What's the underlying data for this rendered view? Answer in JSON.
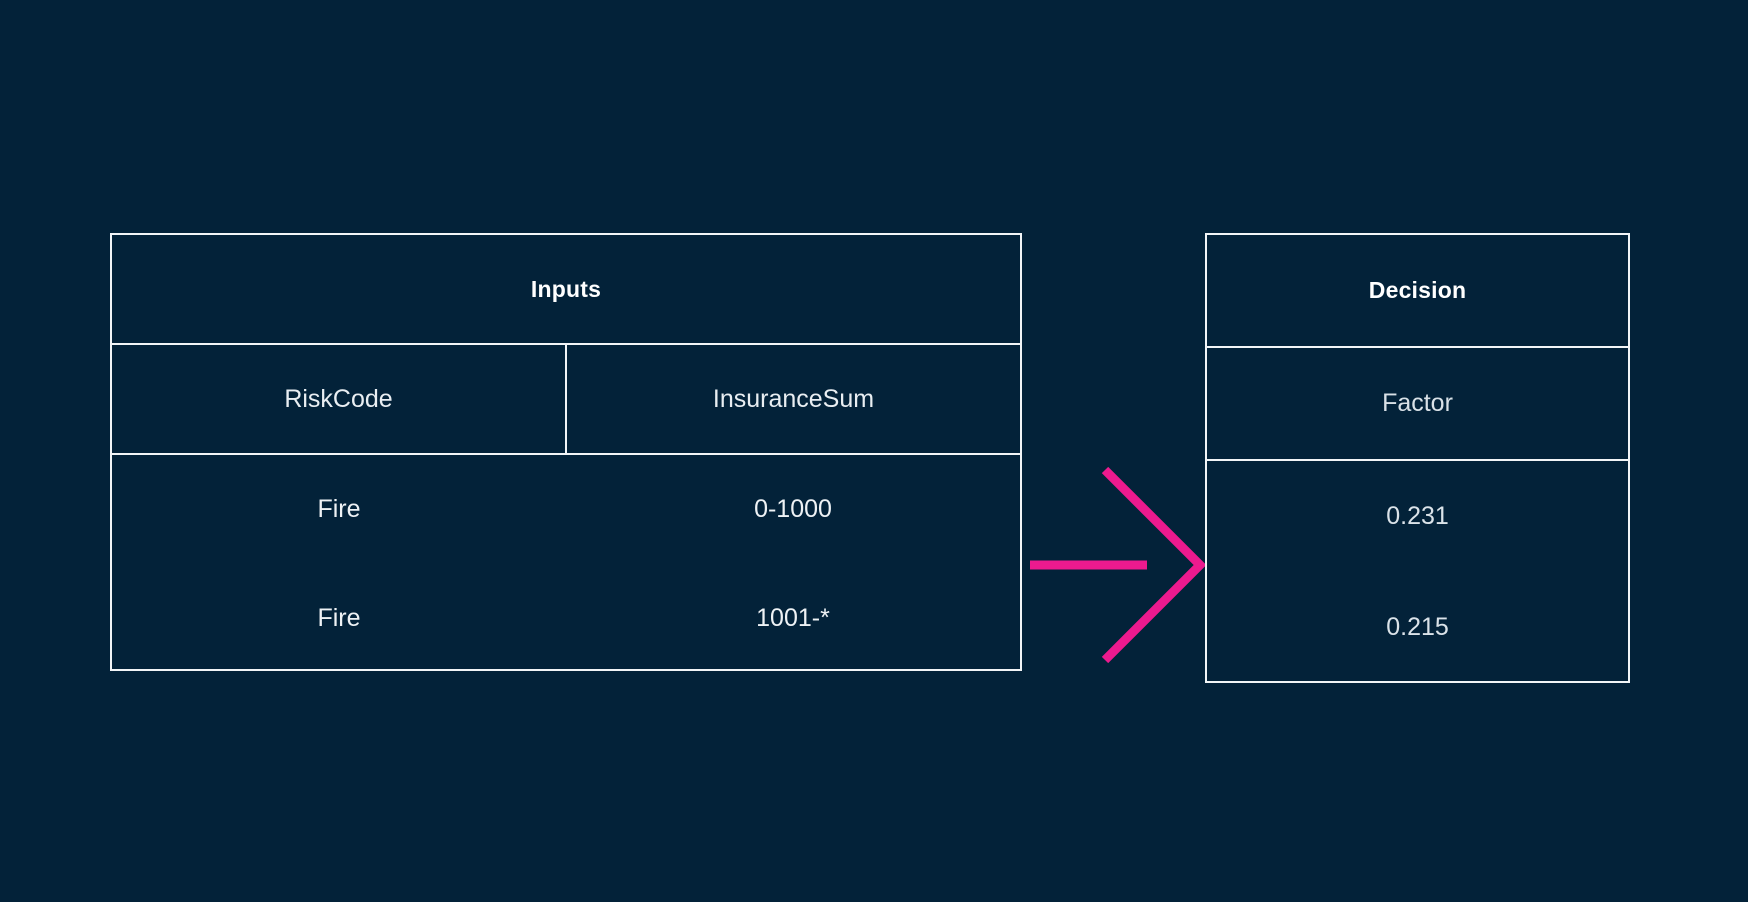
{
  "theme": {
    "background": "#032239",
    "border": "#f2f5f7",
    "text": "#ffffff",
    "accent": "#ED1A8E"
  },
  "diagram": {
    "type": "decision-table",
    "arrow": {
      "icon": "chevron-arrow-right-icon",
      "color": "#ED1A8E",
      "direction": "right"
    }
  },
  "inputs_table": {
    "title": "Inputs",
    "columns": [
      "RiskCode",
      "InsuranceSum"
    ],
    "rows": [
      [
        "Fire",
        "0-1000"
      ],
      [
        "Fire",
        "1001-*"
      ]
    ]
  },
  "decision_table": {
    "title": "Decision",
    "columns": [
      "Factor"
    ],
    "rows": [
      [
        "0.231"
      ],
      [
        "0.215"
      ]
    ]
  }
}
